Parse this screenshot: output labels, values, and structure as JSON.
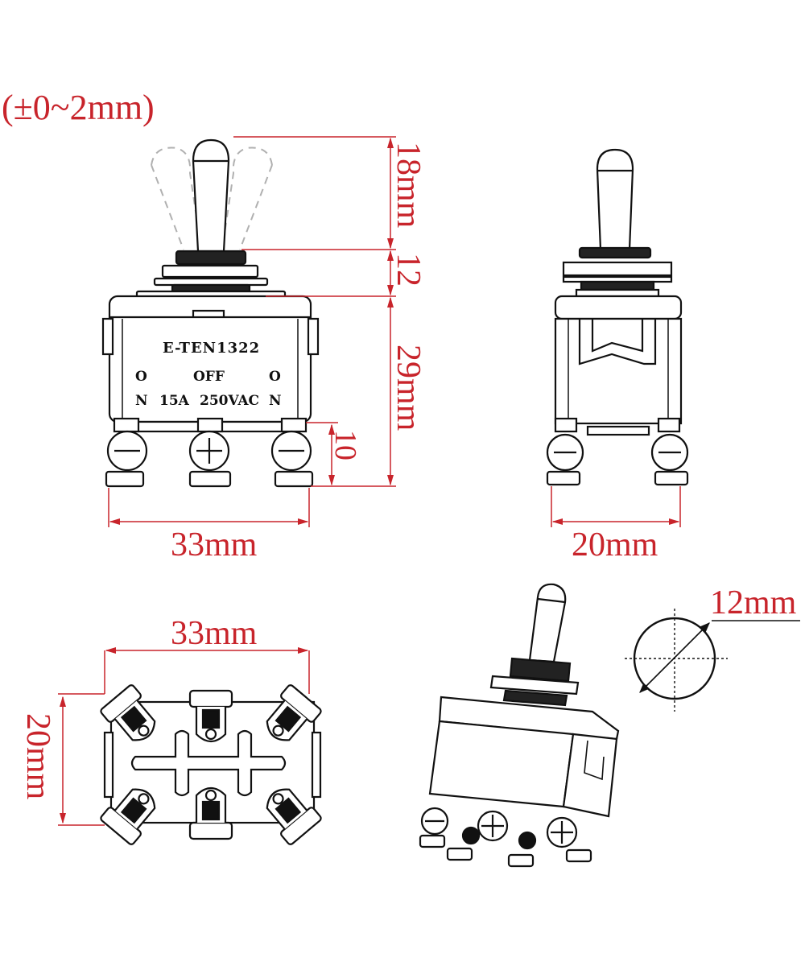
{
  "title": "Toggle switch dimension drawing",
  "colors": {
    "dimension": "#c8242b",
    "outline": "#111111",
    "ghost": "#b0b0b0"
  },
  "tolerance_note": "(±0~2mm)",
  "front_view": {
    "model": "E-TEN1322",
    "label_left": [
      "O",
      "N"
    ],
    "label_center": "OFF",
    "label_right": [
      "O",
      "N"
    ],
    "rating_current": "15A",
    "rating_voltage": "250VAC",
    "dims": {
      "lever_height": "18mm",
      "bushing_height": "12",
      "body_height": "29mm",
      "terminal_height": "10",
      "width": "33mm"
    }
  },
  "side_view": {
    "dims": {
      "width": "20mm"
    }
  },
  "bottom_view": {
    "dims": {
      "width": "33mm",
      "depth": "20mm"
    }
  },
  "bushing_diameter": {
    "dims": {
      "diameter": "12mm"
    }
  }
}
